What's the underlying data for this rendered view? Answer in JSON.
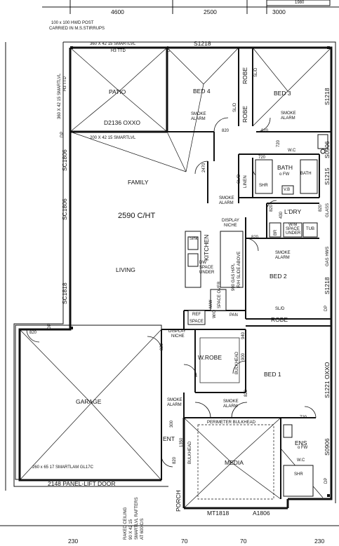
{
  "dimensions": {
    "top": [
      "4600",
      "2500",
      "3000",
      "1980"
    ],
    "bottom": [
      "230",
      "70",
      "70",
      "230"
    ]
  },
  "rooms": {
    "patio": "PATIO",
    "bed4": "BED 4",
    "bed3": "BED 3",
    "family": "FAMILY",
    "ceiling_height": "2590 C/HT",
    "living": "LIVING",
    "kitchen": "KITCHEN",
    "bath": "BATH",
    "ldry": "L'DRY",
    "bed2": "BED 2",
    "bed1": "BED 1",
    "garage": "GARAGE",
    "media": "MEDIA",
    "ens": "ENS",
    "ent": "ENT",
    "porch": "PORCH",
    "wrobe": "W.ROBE",
    "robe": "ROBE",
    "wc": "W.C",
    "pan": "PAN",
    "linen": "LINEN",
    "shr": "SHR",
    "wo": "W/O"
  },
  "labels": {
    "post": "100 x 100 HWD POST",
    "post2": "CARRIED IN M.S.STIRRUPS",
    "beam_patio": "360 X 42 15 SMARTLVL",
    "h3": "H3 TTD",
    "beam_left": "360 X 42 15 SMARTLVL",
    "h3_left": "H3 TTD",
    "beam_family": "200 X 42 15 SMARTLVL",
    "door_d2136": "D2136 OXXO",
    "window_s1218_top": "S1218",
    "sc1806": "SC1806",
    "sc1806b": "SC1806",
    "sc1818": "SC1818",
    "s1218_right": "S1218",
    "s0906": "S0906",
    "s1215": "S1215",
    "glass": "GLASS",
    "gas_hws": "GAS HWS",
    "s1218_right2": "S1218",
    "s1221": "S1221 OXXO",
    "s0906b": "S0906",
    "smoke": "SMOKE",
    "alarm": "ALARM",
    "display_niche": "DISPLAY",
    "niche": "NICHE",
    "sink": "Sink",
    "dw": "DW",
    "space": "SPACE",
    "under": "UNDER",
    "gas_hp": "900 GAS H/PL",
    "rh_slide": "R/H SLIDE ABOVE",
    "mw": "M/W",
    "space_over": "SPACE OVER",
    "ref": "REF",
    "ref_space": "SPACE",
    "sld": "SL/D",
    "d820": "820",
    "d720": "720",
    "d2470": "2470",
    "d940": "940",
    "d900": "900",
    "bulkhead": "BULKHEAD",
    "perimeter": "PERIMETER BULKHEAD",
    "fw": "o FW",
    "vb": "V.B",
    "br": "BR",
    "d430": "430",
    "wm": "W/M",
    "space_under": "SPACE",
    "under2": "UNDER",
    "tub": "TUB",
    "lintel_garage": "260 x 65 17 SMARTLAM GL17C",
    "panel_lift": "2148 PANEL-LIFT DOOR",
    "mt1818": "MT1818",
    "a1806": "A1806",
    "raked1": "RAKED CEILING",
    "raked2": "90 X 42 15",
    "raked3": "SMARTLVL RAFTERS",
    "raked4": "AT 600 C/S",
    "dp": "DP",
    "d1350": "1350",
    "d300": "300"
  }
}
